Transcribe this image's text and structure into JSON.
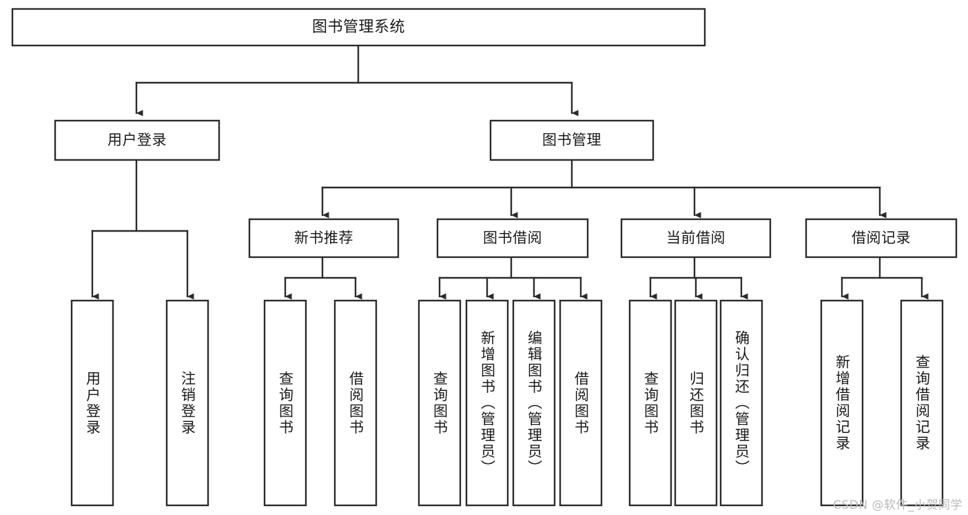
{
  "diagram": {
    "title": "图书管理系统",
    "type": "tree-hierarchy-diagram",
    "colors": {
      "box_stroke": "#2b2b2b",
      "box_fill": "#ffffff",
      "connector": "#2b2b2b",
      "text": "#1a1a1a",
      "watermark": "#b9b9b9",
      "background": "#ffffff"
    },
    "root": {
      "label": "图书管理系统"
    },
    "level1": [
      {
        "label": "用户登录"
      },
      {
        "label": "图书管理"
      }
    ],
    "level2": [
      {
        "label": "新书推荐"
      },
      {
        "label": "图书借阅"
      },
      {
        "label": "当前借阅"
      },
      {
        "label": "借阅记录"
      }
    ],
    "leaves": {
      "user_login": [
        {
          "label": "用户登录"
        },
        {
          "label": "注销登录"
        }
      ],
      "new_book_recommend": [
        {
          "label": "查询图书"
        },
        {
          "label": "借阅图书"
        }
      ],
      "book_borrow": [
        {
          "label": "查询图书"
        },
        {
          "label": "新增图书（管理员）"
        },
        {
          "label": "编辑图书（管理员）"
        },
        {
          "label": "借阅图书"
        }
      ],
      "current_borrow": [
        {
          "label": "查询图书"
        },
        {
          "label": "归还图书"
        },
        {
          "label": "确认归还（管理员）"
        }
      ],
      "borrow_record": [
        {
          "label": "新增借阅记录"
        },
        {
          "label": "查询借阅记录"
        }
      ]
    },
    "watermark": "CSDN @软件_小贺同学"
  }
}
